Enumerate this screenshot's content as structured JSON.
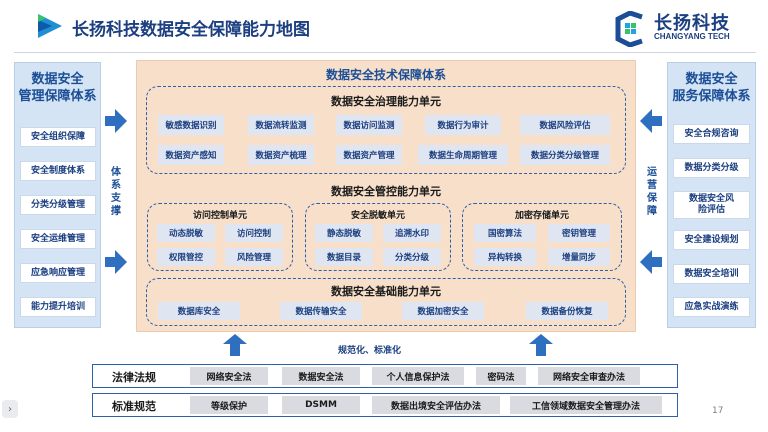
{
  "header": {
    "title": "长扬科技数据安全保障能力地图",
    "brand_cn": "长扬科技",
    "brand_en": "CHANGYANG TECH"
  },
  "left_panel": {
    "title_line1": "数据安全",
    "title_line2": "管理保障体系",
    "items": [
      "安全组织保障",
      "安全制度体系",
      "分类分级管理",
      "安全运维管理",
      "应急响应管理",
      "能力提升培训"
    ]
  },
  "left_connector": {
    "label": "体系支撑"
  },
  "right_panel": {
    "title_line1": "数据安全",
    "title_line2": "服务保障体系",
    "items": [
      "安全合规咨询",
      "数据分类分级",
      "数据安全风险评估",
      "安全建设规划",
      "数据安全培训",
      "应急实战演练"
    ]
  },
  "right_connector": {
    "label": "运营保障"
  },
  "center": {
    "title": "数据安全技术保障体系",
    "governance": {
      "title": "数据安全治理能力单元",
      "row1": [
        "敏感数据识别",
        "数据流转监测",
        "数据访问监测",
        "数据行为审计",
        "数据风险评估"
      ],
      "row2": [
        "数据资产感知",
        "数据资产梳理",
        "数据资产管理",
        "数据生命周期管理",
        "数据分类分级管理"
      ]
    },
    "control": {
      "title": "数据安全管控能力单元",
      "access": {
        "title": "访问控制单元",
        "items": [
          "动态脱敏",
          "访问控制",
          "权限管控",
          "风险管理"
        ]
      },
      "masking": {
        "title": "安全脱敏单元",
        "items": [
          "静态脱敏",
          "追溯水印",
          "数据目录",
          "分类分级"
        ]
      },
      "crypto": {
        "title": "加密存储单元",
        "items": [
          "国密算法",
          "密钥管理",
          "异构转换",
          "增量同步"
        ]
      }
    },
    "foundation": {
      "title": "数据安全基础能力单元",
      "items": [
        "数据库安全",
        "数据传输安全",
        "数据加密安全",
        "数据备份恢复"
      ]
    }
  },
  "middle_caption": "规范化、标准化",
  "laws": {
    "label": "法律法规",
    "items": [
      "网络安全法",
      "数据安全法",
      "个人信息保护法",
      "密码法",
      "网络安全审查办法"
    ]
  },
  "standards": {
    "label": "标准规范",
    "items": [
      "等级保护",
      "DSMM",
      "数据出境安全评估办法",
      "工信领域数据安全管理办法"
    ]
  },
  "page_number": "17",
  "nav": {
    "prev_glyph": "›"
  },
  "colors": {
    "primary": "#1b4e96",
    "arrow": "#2f6fc0",
    "center_bg": "#f7dfca",
    "side_bg": "#d4e4f4"
  }
}
